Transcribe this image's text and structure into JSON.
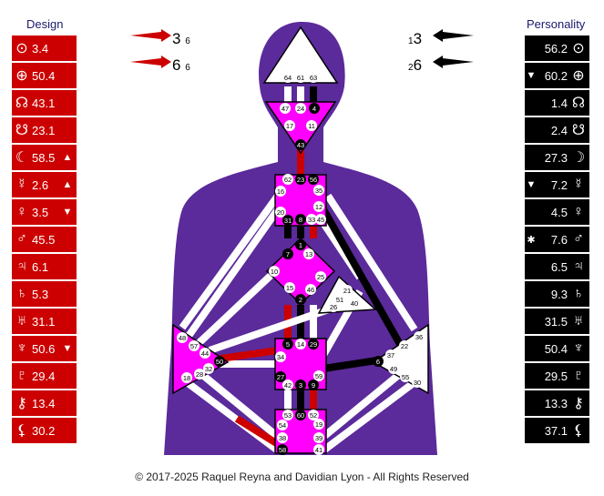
{
  "design": {
    "title": "Design",
    "rows": [
      {
        "sym": "⊙",
        "value": "3.4",
        "mark": ""
      },
      {
        "sym": "⊕",
        "value": "50.4",
        "mark": ""
      },
      {
        "sym": "☊",
        "value": "43.1",
        "mark": ""
      },
      {
        "sym": "☋",
        "value": "23.1",
        "mark": ""
      },
      {
        "sym": "☾",
        "value": "58.5",
        "mark": "▲"
      },
      {
        "sym": "☿",
        "value": "2.6",
        "mark": "▲"
      },
      {
        "sym": "♀",
        "value": "3.5",
        "mark": "▼"
      },
      {
        "sym": "♂",
        "value": "45.5",
        "mark": ""
      },
      {
        "sym": "♃",
        "value": "6.1",
        "mark": ""
      },
      {
        "sym": "♄",
        "value": "5.3",
        "mark": ""
      },
      {
        "sym": "♅",
        "value": "31.1",
        "mark": ""
      },
      {
        "sym": "♆",
        "value": "50.6",
        "mark": "▼"
      },
      {
        "sym": "♇",
        "value": "29.4",
        "mark": ""
      },
      {
        "sym": "⚷",
        "value": "13.4",
        "mark": ""
      },
      {
        "sym": "⚸",
        "value": "30.2",
        "mark": ""
      }
    ]
  },
  "personality": {
    "title": "Personality",
    "rows": [
      {
        "sym": "⊙",
        "value": "56.2",
        "mark": ""
      },
      {
        "sym": "⊕",
        "value": "60.2",
        "mark": "▼"
      },
      {
        "sym": "☊",
        "value": "1.4",
        "mark": ""
      },
      {
        "sym": "☋",
        "value": "2.4",
        "mark": ""
      },
      {
        "sym": "☽",
        "value": "27.3",
        "mark": ""
      },
      {
        "sym": "☿",
        "value": "7.2",
        "mark": "▼"
      },
      {
        "sym": "♀",
        "value": "4.5",
        "mark": ""
      },
      {
        "sym": "♂",
        "value": "7.6",
        "mark": "✱"
      },
      {
        "sym": "♃",
        "value": "6.5",
        "mark": ""
      },
      {
        "sym": "♄",
        "value": "9.3",
        "mark": ""
      },
      {
        "sym": "♅",
        "value": "31.5",
        "mark": ""
      },
      {
        "sym": "♆",
        "value": "50.4",
        "mark": ""
      },
      {
        "sym": "♇",
        "value": "29.5",
        "mark": ""
      },
      {
        "sym": "⚷",
        "value": "13.3",
        "mark": ""
      },
      {
        "sym": "⚸",
        "value": "37.1",
        "mark": ""
      }
    ]
  },
  "arrows": {
    "left_top": {
      "main": "3",
      "sub": "6"
    },
    "left_bottom": {
      "main": "6",
      "sub": "6"
    },
    "right_top": {
      "main": "3",
      "sub": "1"
    },
    "right_bottom": {
      "main": "6",
      "sub": "2"
    }
  },
  "gates": {
    "head": [
      "64",
      "61",
      "63"
    ],
    "ajna": [
      "47",
      "24",
      "4",
      "17",
      "11",
      "43"
    ],
    "throat": [
      "62",
      "23",
      "56",
      "16",
      "35",
      "20",
      "12",
      "31",
      "8",
      "33",
      "45"
    ],
    "g": [
      "1",
      "13",
      "10",
      "25",
      "15",
      "46",
      "2",
      "7"
    ],
    "ego": [
      "21",
      "51",
      "26",
      "40"
    ],
    "sacral": [
      "5",
      "14",
      "29",
      "34",
      "27",
      "59",
      "42",
      "3",
      "9"
    ],
    "spleen": [
      "48",
      "57",
      "44",
      "50",
      "32",
      "28",
      "18"
    ],
    "solar": [
      "36",
      "22",
      "37",
      "6",
      "49",
      "55",
      "30"
    ],
    "root": [
      "53",
      "60",
      "52",
      "54",
      "19",
      "38",
      "39",
      "58",
      "41"
    ]
  },
  "colors": {
    "design": "#cc0000",
    "personality": "#000000",
    "body": "#5b2a9b",
    "center": "#ff00ff"
  },
  "footer": "© 2017-2025 Raquel Reyna and Davidian Lyon - All Rights Reserved"
}
